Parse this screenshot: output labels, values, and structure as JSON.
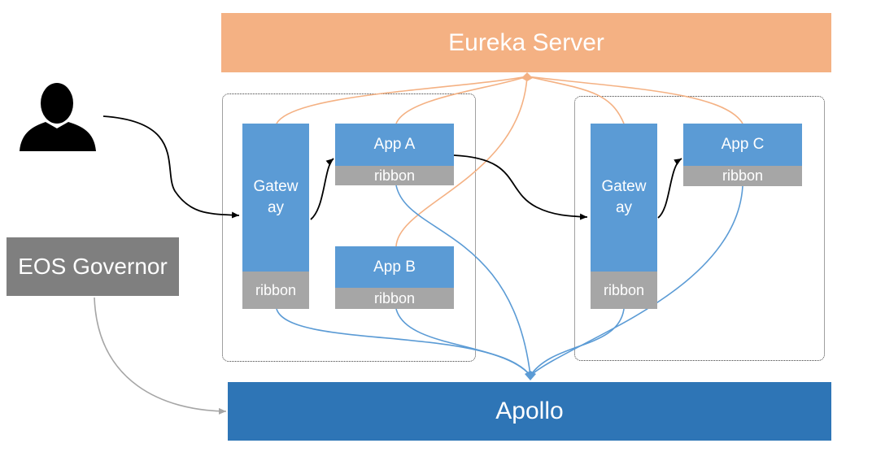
{
  "diagram": {
    "eureka_server": "Eureka Server",
    "apollo": "Apollo",
    "eos_governor": "EOS Governor",
    "gateway_1": {
      "label_line1": "Gatew",
      "label_line2": "ay",
      "ribbon": "ribbon"
    },
    "app_a": {
      "label": "App A",
      "ribbon": "ribbon"
    },
    "app_b": {
      "label": "App B",
      "ribbon": "ribbon"
    },
    "gateway_2": {
      "label_line1": "Gatew",
      "label_line2": "ay",
      "ribbon": "ribbon"
    },
    "app_c": {
      "label": "App C",
      "ribbon": "ribbon"
    },
    "icons": [
      "user-icon"
    ],
    "colors": {
      "eureka": "#f4b183",
      "apollo": "#2e75b6",
      "app": "#5b9bd5",
      "ribbon": "#a6a6a6",
      "eos": "#7f7f7f",
      "eureka_link": "#f4b183",
      "apollo_link": "#5b9bd5",
      "request_flow": "#000000",
      "governor_link": "#a6a6a6"
    }
  }
}
